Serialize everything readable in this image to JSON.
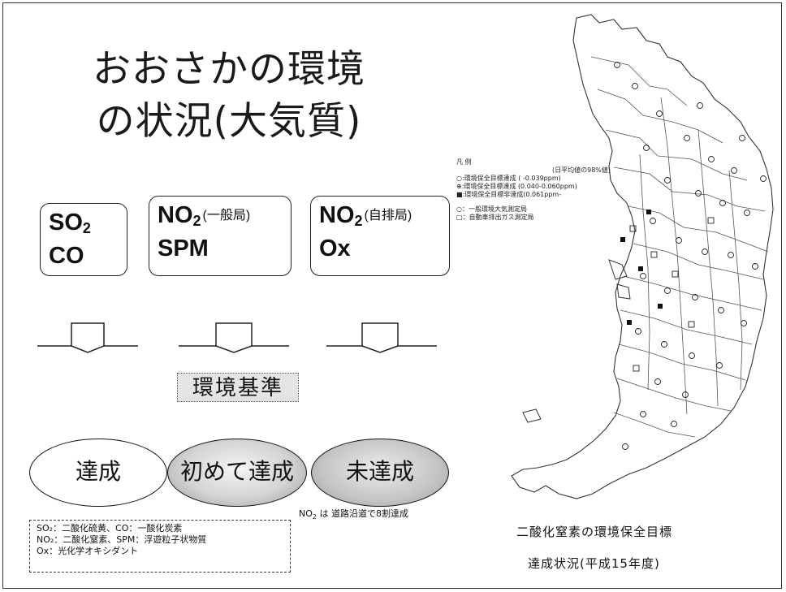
{
  "title": {
    "line1": "おおさかの環境",
    "line2": "の状況(大気質)"
  },
  "boxes": [
    {
      "line1_main": "SO",
      "line1_sub": "2",
      "line1_small": "",
      "line2": "CO"
    },
    {
      "line1_main": "NO",
      "line1_sub": "2",
      "line1_small": "(一般局)",
      "line2": "SPM"
    },
    {
      "line1_main": "NO",
      "line1_sub": "2",
      "line1_small": "(自排局)",
      "line2": "Ox"
    }
  ],
  "standard_label": "環境基準",
  "results": [
    "達成",
    "初めて達成",
    "未達成"
  ],
  "no2_note": {
    "prefix": "NO",
    "sub": "2",
    "text": " は 道路沿道で8割達成"
  },
  "abbreviations": [
    "SO₂：二酸化硫黄、CO：一酸化炭素",
    "NO₂：二酸化窒素、SPM：浮遊粒子状物質",
    "Ox：光化学オキシダント"
  ],
  "map_legend": {
    "title": "凡 例",
    "note": "(日平均値の98%値)",
    "items": [
      "○:環境保全目標達成 (   -0.039ppm)",
      "⊕:環境保全目標達成 (0.040-0.060ppm)",
      "■:環境保全目標非達成(0.061ppm-",
      "○：一般環境大気測定局",
      "□：自動車排出ガス測定局"
    ]
  },
  "caption": {
    "line1": "二酸化窒素の環境保全目標",
    "line2": "達成状況(平成15年度)"
  },
  "colors": {
    "background": "#ffffff",
    "ink": "#111111",
    "shade": "#c4c4c4"
  }
}
